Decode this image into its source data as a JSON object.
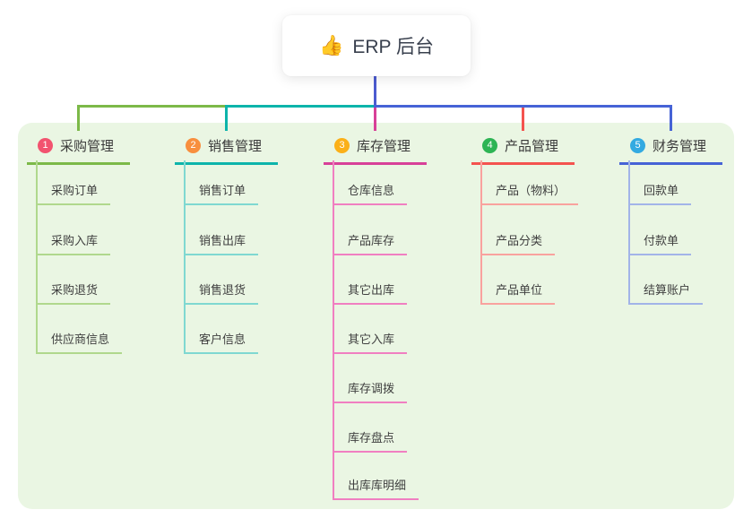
{
  "root": {
    "icon": "👍",
    "title": "ERP 后台"
  },
  "colors": {
    "page_bg": "#ffffff",
    "panel_bg": "#eaf6e3",
    "root_line": "#4c5bd0",
    "root_text": "#39404e",
    "heading_text": "#3a3a3a",
    "child_text": "#404040"
  },
  "branches": [
    {
      "num": "1",
      "label": "采购管理",
      "color": "#7cb948",
      "light": "#b0d88d",
      "badge": "#f2536f",
      "children": [
        "采购订单",
        "采购入库",
        "采购退货",
        "供应商信息"
      ]
    },
    {
      "num": "2",
      "label": "销售管理",
      "color": "#0db4ab",
      "light": "#7fd8d1",
      "badge": "#f88f3e",
      "children": [
        "销售订单",
        "销售出库",
        "销售退货",
        "客户信息"
      ]
    },
    {
      "num": "3",
      "label": "库存管理",
      "color": "#d84098",
      "light": "#f07fc1",
      "badge": "#fbb018",
      "children": [
        "仓库信息",
        "产品库存",
        "其它出库",
        "其它入库",
        "库存调拨",
        "库存盘点",
        "出库库明细"
      ]
    },
    {
      "num": "4",
      "label": "产品管理",
      "color": "#f4534f",
      "light": "#f9a29e",
      "badge": "#2db454",
      "children": [
        "产品（物料）",
        "产品分类",
        "产品单位"
      ]
    },
    {
      "num": "5",
      "label": "财务管理",
      "color": "#4663d6",
      "light": "#a2b4e8",
      "badge": "#33aae1",
      "children": [
        "回款单",
        "付款单",
        "结算账户"
      ]
    }
  ]
}
